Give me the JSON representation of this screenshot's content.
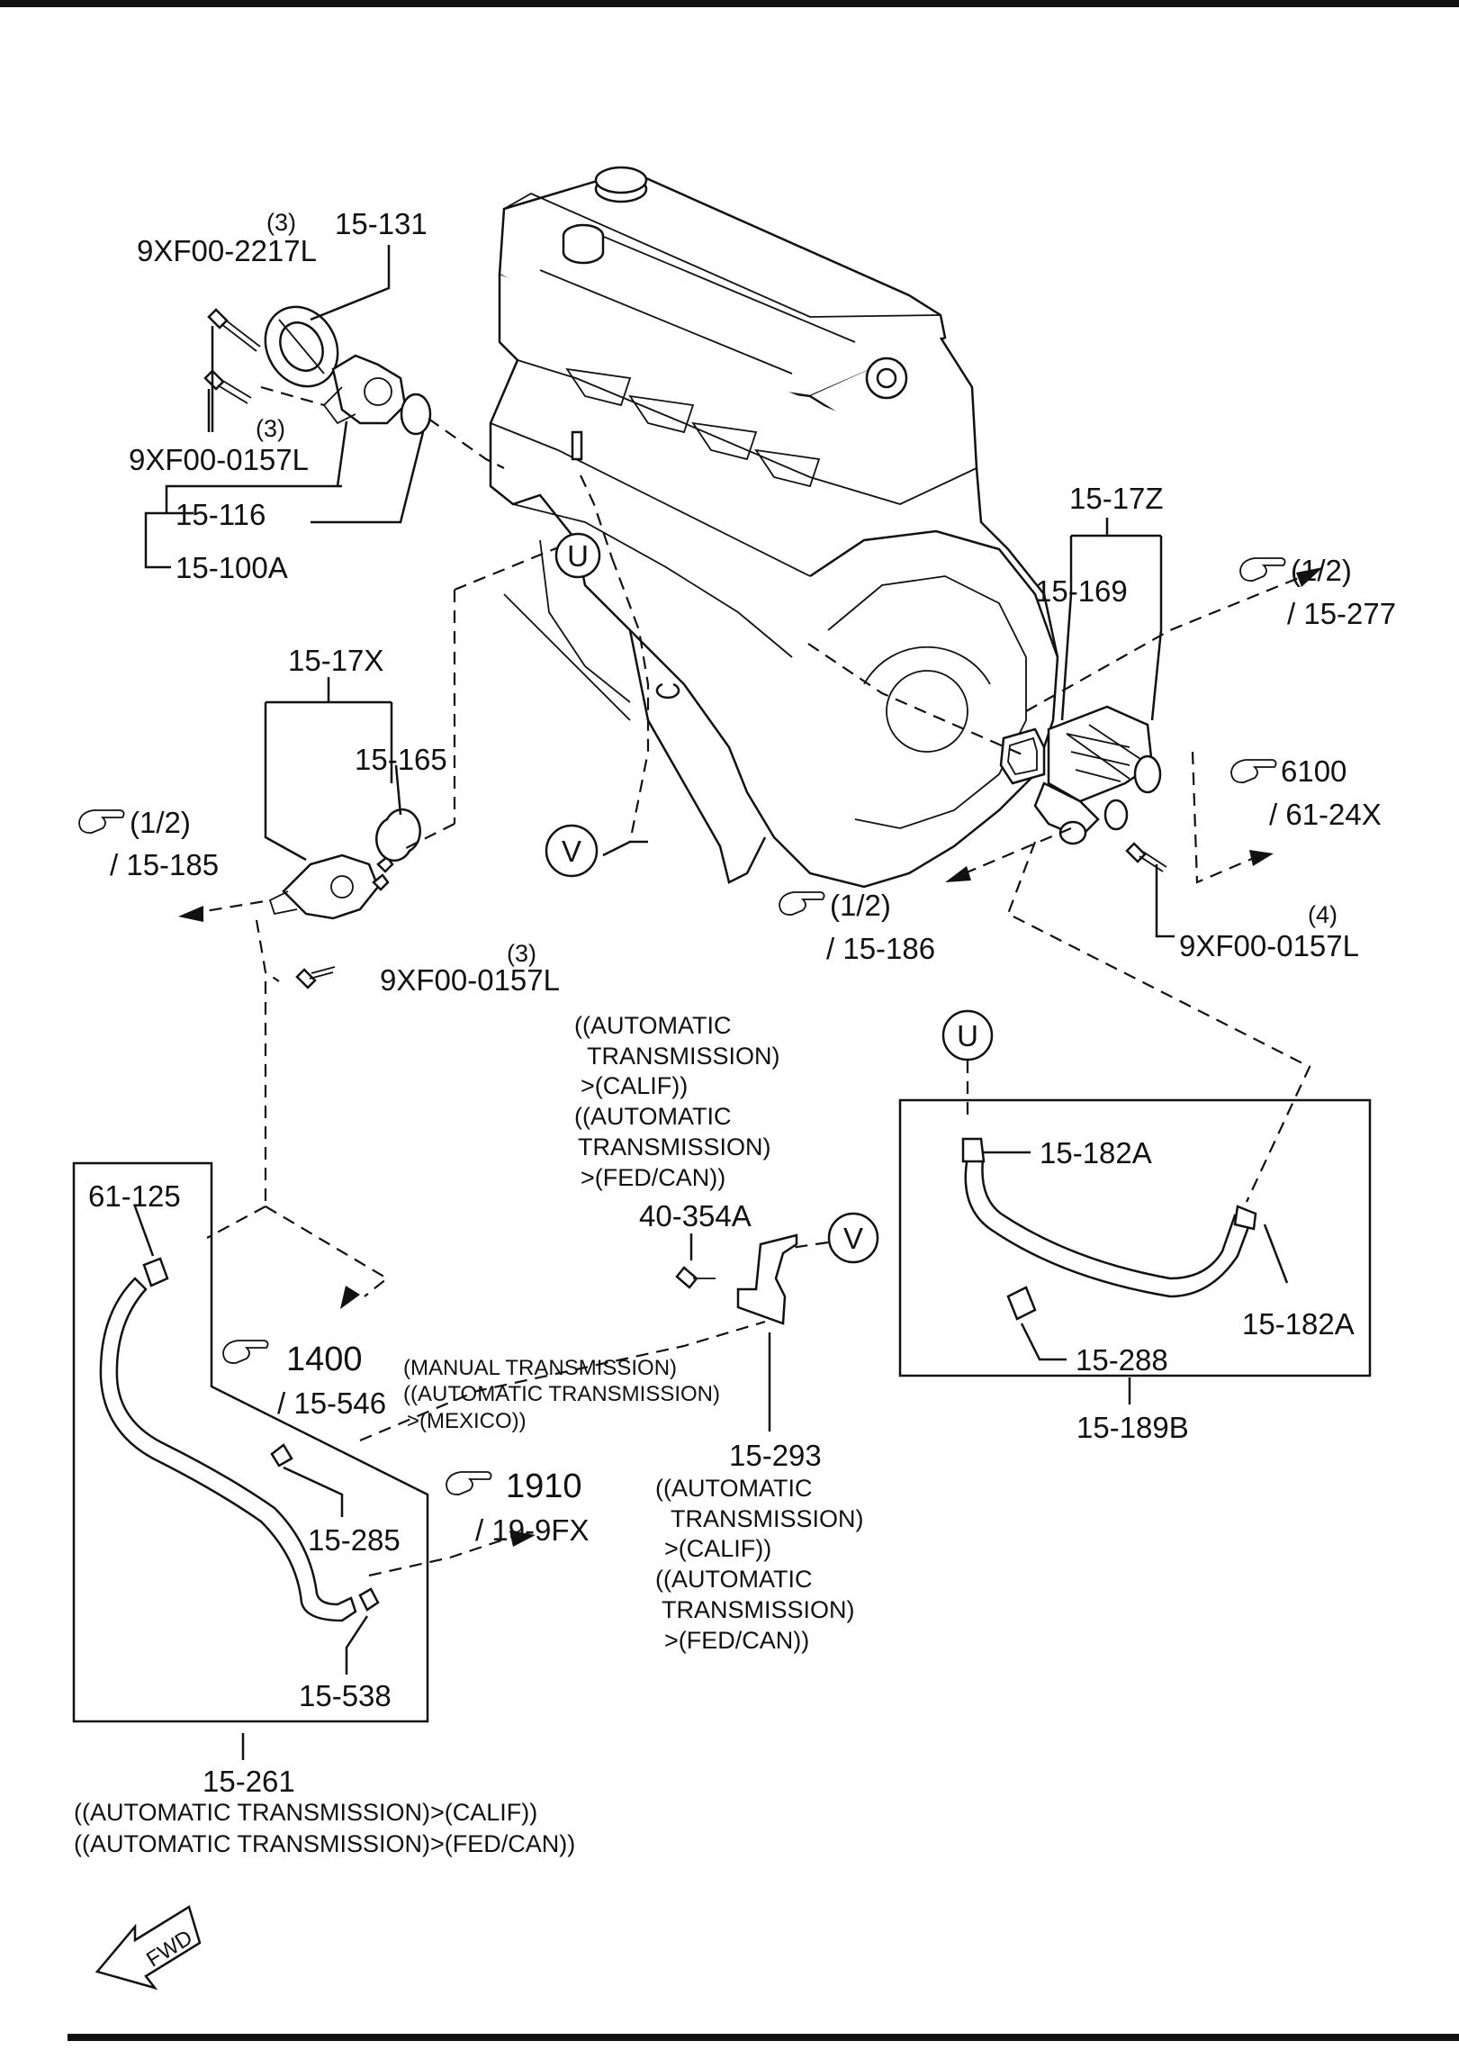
{
  "labels": {
    "p_9XF00_2217L": "9XF00-2217L",
    "qty_3_a": "(3)",
    "p_15_131": "15-131",
    "p_9XF00_0157L_a": "9XF00-0157L",
    "qty_3_b": "(3)",
    "p_15_116": "15-116",
    "p_15_100A": "15-100A",
    "p_15_17Z": "15-17Z",
    "p_15_169": "15-169",
    "ref_1_2_a": "(1/2)",
    "ref_15_277": "/ 15-277",
    "p_15_17X": "15-17X",
    "p_15_165": "15-165",
    "ref_1_2_b": "(1/2)",
    "ref_15_185": "/ 15-185",
    "ref_6100": "6100",
    "ref_61_24X": "/ 61-24X",
    "ref_1_2_c": "(1/2)",
    "ref_15_186": "/ 15-186",
    "qty_4": "(4)",
    "p_9XF00_0157L_b": "9XF00-0157L",
    "qty_3_c": "(3)",
    "p_9XF00_0157L_c": "9XF00-0157L",
    "circle_U": "U",
    "circle_V": "V",
    "circle_U2": "U",
    "circle_V2": "V",
    "p_15_182A_a": "15-182A",
    "p_15_182A_b": "15-182A",
    "p_15_288": "15-288",
    "p_15_189B": "15-189B",
    "p_40_354A": "40-354A",
    "p_61_125": "61-125",
    "ref_1400": "1400",
    "ref_15_546": "/ 15-546",
    "note_manual_1": "(MANUAL TRANSMISSION)",
    "note_manual_2": "((AUTOMATIC TRANSMISSION)",
    "note_manual_3": ">(MEXICO))",
    "ref_1910": "1910",
    "ref_19_9FX": "/ 19-9FX",
    "p_15_285": "15-285",
    "p_15_538": "15-538",
    "p_15_293": "15-293",
    "p_15_261": "15-261",
    "fwd": "FWD"
  },
  "notes": {
    "at_top": [
      "((AUTOMATIC",
      "TRANSMISSION)",
      ">(CALIF))",
      "((AUTOMATIC",
      "TRANSMISSION)",
      ">(FED/CAN))"
    ],
    "at_293": [
      "((AUTOMATIC",
      "TRANSMISSION)",
      ">(CALIF))",
      "((AUTOMATIC",
      "TRANSMISSION)",
      ">(FED/CAN))"
    ],
    "at_261": [
      "((AUTOMATIC TRANSMISSION)>(CALIF))",
      "((AUTOMATIC TRANSMISSION)>(FED/CAN))"
    ]
  },
  "icons": {
    "reference": "pointing-hand-icon",
    "direction": "fwd-arrow-icon"
  }
}
